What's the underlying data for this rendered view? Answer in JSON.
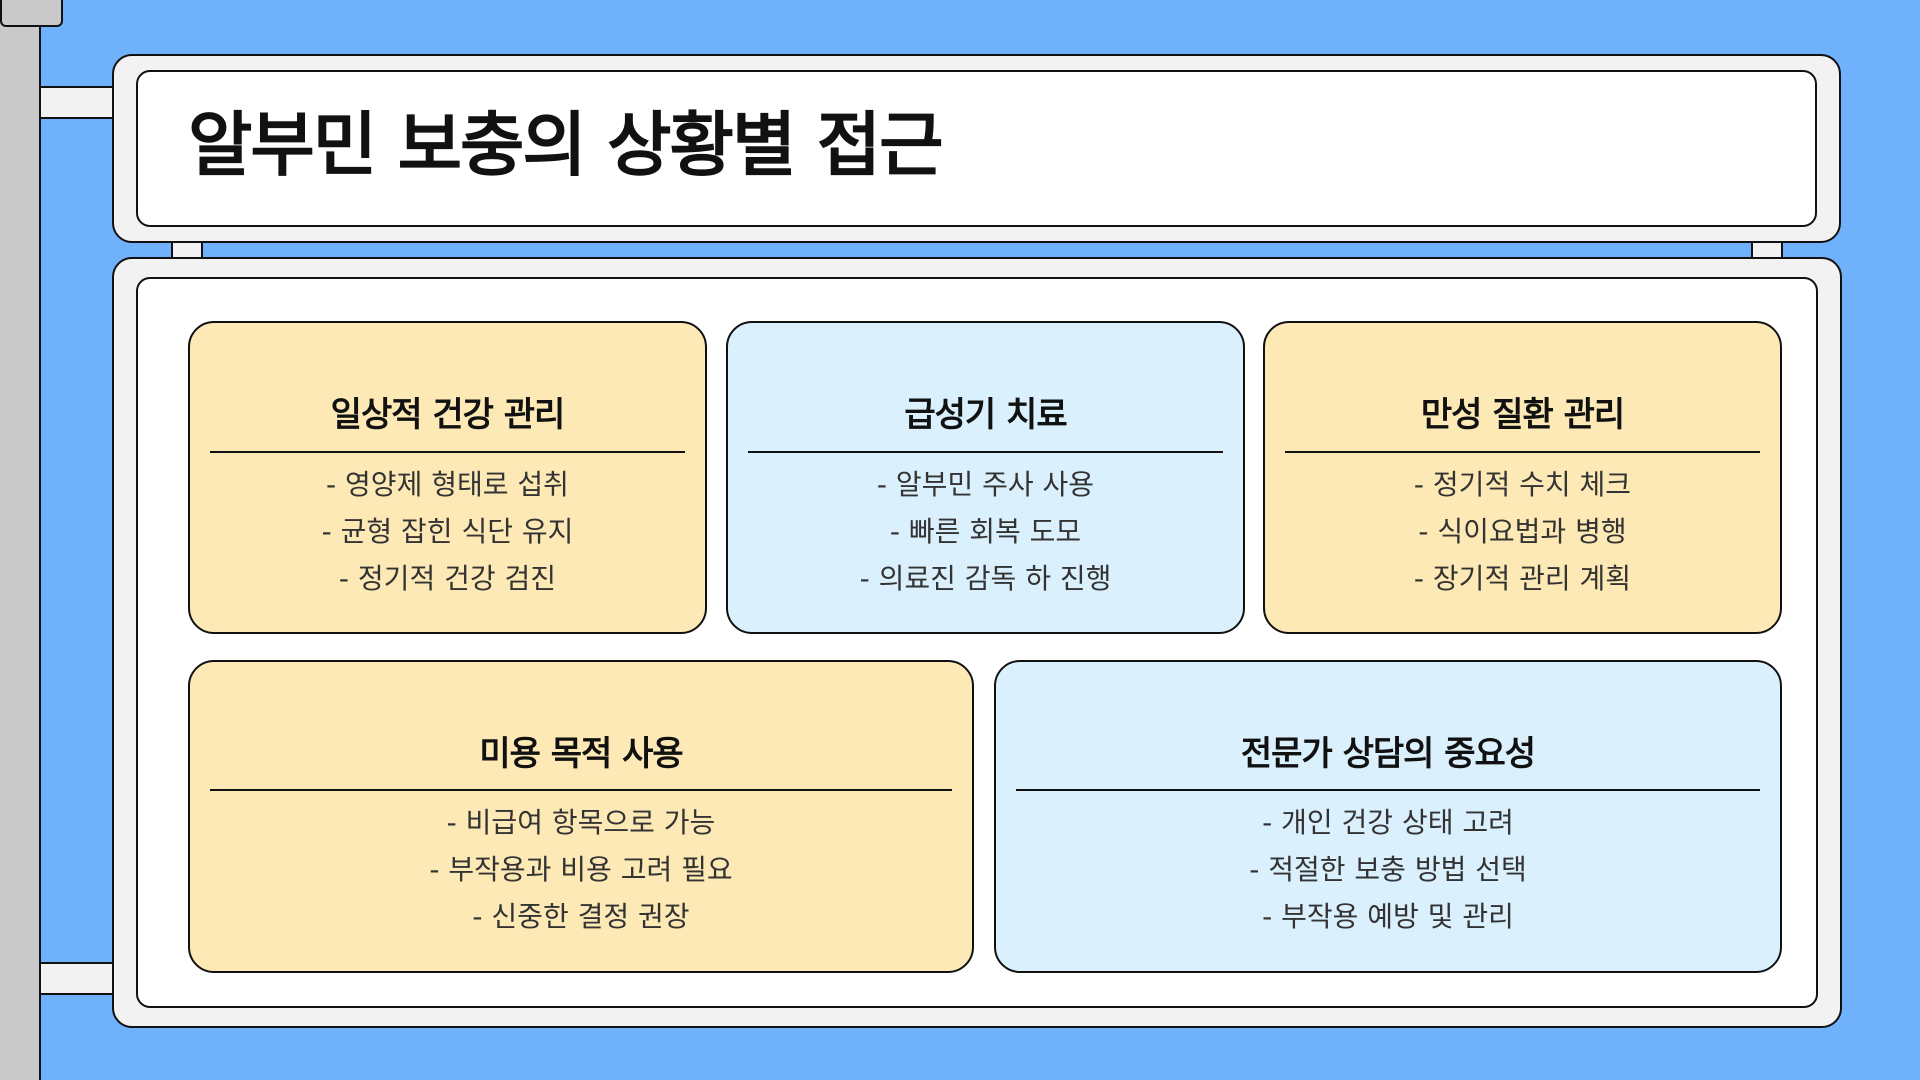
{
  "title": "알부민 보충의 상황별 접근",
  "colors": {
    "background": "#6fb1fb",
    "card_yellow": "#fde9b5",
    "card_blue": "#daf0fd",
    "frame": "#f2f2f2",
    "outline": "#111111"
  },
  "cards": [
    {
      "title": "일상적 건강 관리",
      "color": "yellow",
      "items": [
        "- 영양제 형태로 섭취",
        "- 균형 잡힌 식단 유지",
        "- 정기적 건강 검진"
      ]
    },
    {
      "title": "급성기 치료",
      "color": "blue",
      "items": [
        "- 알부민 주사 사용",
        "- 빠른 회복 도모",
        "- 의료진 감독 하 진행"
      ]
    },
    {
      "title": "만성 질환 관리",
      "color": "yellow",
      "items": [
        "- 정기적 수치 체크",
        "- 식이요법과 병행",
        "- 장기적 관리 계획"
      ]
    },
    {
      "title": "미용 목적 사용",
      "color": "yellow",
      "items": [
        "- 비급여 항목으로 가능",
        "- 부작용과 비용 고려 필요",
        "- 신중한 결정 권장"
      ]
    },
    {
      "title": "전문가 상담의 중요성",
      "color": "blue",
      "items": [
        "- 개인 건강 상태 고려",
        "- 적절한 보충 방법 선택",
        "- 부작용 예방 및 관리"
      ]
    }
  ]
}
